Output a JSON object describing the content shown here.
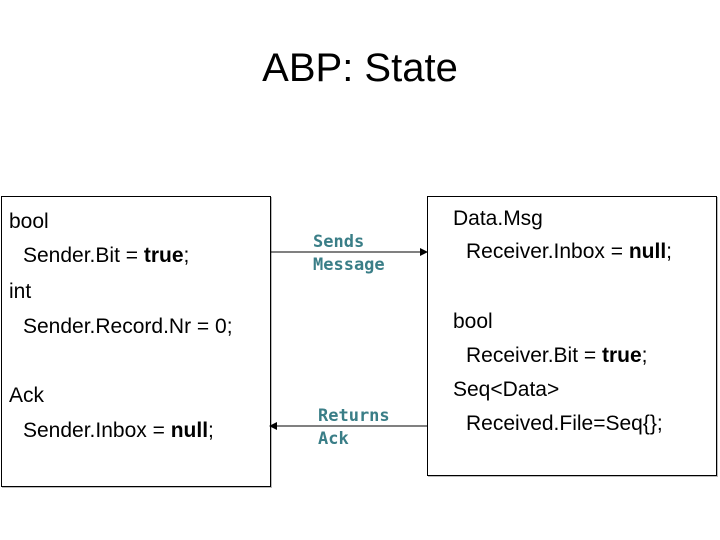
{
  "title": "ABP: State",
  "sender": {
    "bool_kw": "bool",
    "bit_prefix": "Sender.Bit = ",
    "bit_value": "true",
    "bit_suffix": ";",
    "int_kw": "int",
    "record_line": "Sender.Record.Nr = 0;",
    "ack_kw": "Ack",
    "inbox_prefix": "Sender.Inbox = ",
    "inbox_value": "null",
    "inbox_suffix": ";"
  },
  "receiver": {
    "datamsg_kw": "Data.Msg",
    "inbox_prefix": "Receiver.Inbox = ",
    "inbox_value": "null",
    "inbox_suffix": ";",
    "bool_kw": "bool",
    "bit_prefix": "Receiver.Bit = ",
    "bit_value": "true",
    "bit_suffix": ";",
    "seq_kw": "Seq<Data>",
    "file_line": "Received.File=Seq{};"
  },
  "arrows": {
    "sends_label": "Sends\nMessage",
    "returns_label": "Returns\nAck"
  },
  "colors": {
    "label": "#3a7e87",
    "border": "#000000"
  }
}
